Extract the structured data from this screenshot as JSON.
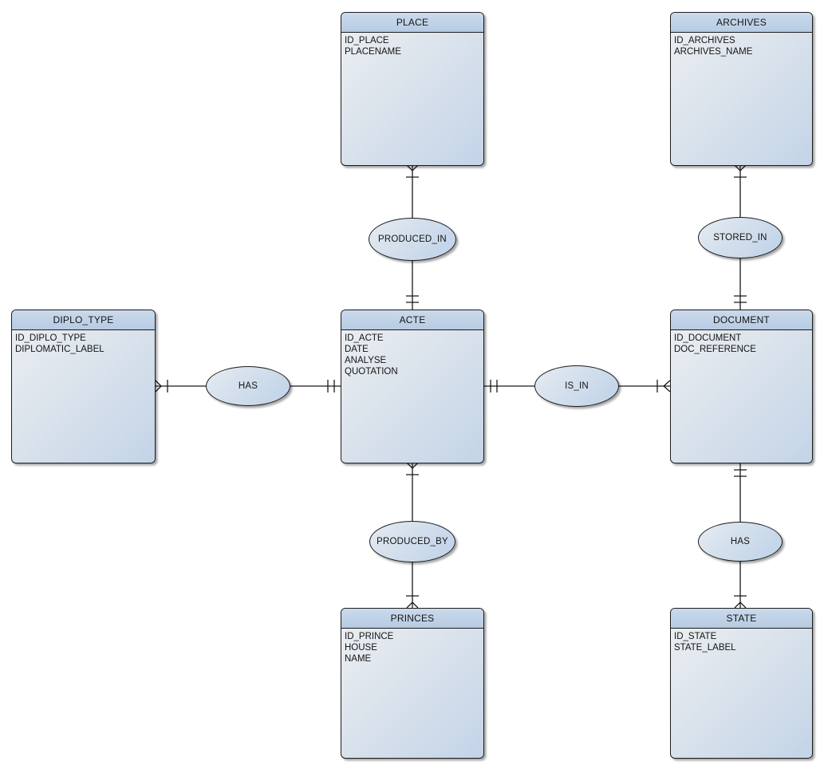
{
  "entities": [
    {
      "name": "PLACE",
      "attributes": [
        "ID_PLACE",
        "PLACENAME"
      ]
    },
    {
      "name": "ARCHIVES",
      "attributes": [
        "ID_ARCHIVES",
        "ARCHIVES_NAME"
      ]
    },
    {
      "name": "DIPLO_TYPE",
      "attributes": [
        "ID_DIPLO_TYPE",
        "DIPLOMATIC_LABEL"
      ]
    },
    {
      "name": "ACTE",
      "attributes": [
        "ID_ACTE",
        "DATE",
        "ANALYSE",
        "QUOTATION"
      ]
    },
    {
      "name": "DOCUMENT",
      "attributes": [
        "ID_DOCUMENT",
        "DOC_REFERENCE"
      ]
    },
    {
      "name": "PRINCES",
      "attributes": [
        "ID_PRINCE",
        "HOUSE",
        "NAME"
      ]
    },
    {
      "name": "STATE",
      "attributes": [
        "ID_STATE",
        "STATE_LABEL"
      ]
    }
  ],
  "relationships": [
    {
      "label": "PRODUCED_IN",
      "end_a": {
        "entity": "PLACE",
        "notation": "crow-foot-with-tick"
      },
      "end_b": {
        "entity": "ACTE",
        "notation": "double-tick"
      }
    },
    {
      "label": "STORED_IN",
      "end_a": {
        "entity": "ARCHIVES",
        "notation": "crow-foot-with-tick"
      },
      "end_b": {
        "entity": "DOCUMENT",
        "notation": "double-tick"
      }
    },
    {
      "label": "HAS",
      "end_a": {
        "entity": "DIPLO_TYPE",
        "notation": "crow-foot-with-tick"
      },
      "end_b": {
        "entity": "ACTE",
        "notation": "double-tick"
      }
    },
    {
      "label": "IS_IN",
      "end_a": {
        "entity": "ACTE",
        "notation": "double-tick"
      },
      "end_b": {
        "entity": "DOCUMENT",
        "notation": "crow-foot-with-tick"
      }
    },
    {
      "label": "PRODUCED_BY",
      "end_a": {
        "entity": "ACTE",
        "notation": "crow-foot-with-tick"
      },
      "end_b": {
        "entity": "PRINCES",
        "notation": "crow-foot-with-tick"
      }
    },
    {
      "label": "HAS",
      "end_a": {
        "entity": "DOCUMENT",
        "notation": "double-tick"
      },
      "end_b": {
        "entity": "STATE",
        "notation": "crow-foot-with-tick"
      }
    }
  ],
  "colors": {
    "background": "#ffffff",
    "entity_header_top": "#cbdaec",
    "entity_header_bottom": "#b6cbe2",
    "entity_body_light": "#edf0f3",
    "entity_body_dark": "#c3d4e8",
    "ellipse_light": "#e6ecf2",
    "ellipse_dark": "#bfd2e9",
    "border": "#1c1c1c",
    "line": "#1a1a1a",
    "text": "#141414"
  }
}
